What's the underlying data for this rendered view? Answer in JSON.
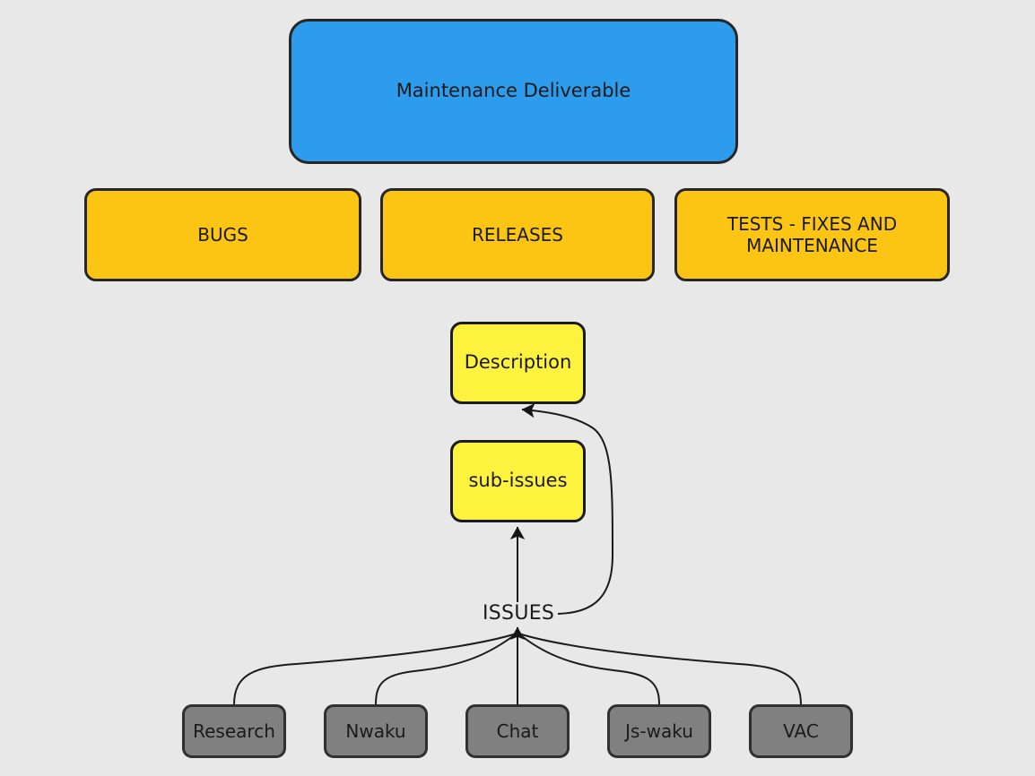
{
  "diagram": {
    "title": "Maintenance Deliverable",
    "background_color": "#e8e8e8",
    "nodes": {
      "deliverable": {
        "label": "Maintenance Deliverable",
        "fill": "#2d9cec",
        "stroke": "#262626"
      },
      "categories": [
        {
          "id": "bugs",
          "label": "BUGS",
          "fill": "#fcc513",
          "stroke": "#262626"
        },
        {
          "id": "releases",
          "label": "RELEASES",
          "fill": "#fcc513",
          "stroke": "#262626"
        },
        {
          "id": "tests",
          "label": "TESTS - FIXES AND\nMAINTENANCE",
          "fill": "#fcc513",
          "stroke": "#262626"
        }
      ],
      "details": [
        {
          "id": "description",
          "label": "Description",
          "fill": "#fdf33e",
          "stroke": "#1c1c1c"
        },
        {
          "id": "sub-issues",
          "label": "sub-issues",
          "fill": "#fdf33e",
          "stroke": "#1c1c1c"
        }
      ],
      "sources": [
        {
          "id": "research",
          "label": "Research",
          "fill": "#808080",
          "stroke": "#303030"
        },
        {
          "id": "nwaku",
          "label": "Nwaku",
          "fill": "#808080",
          "stroke": "#303030"
        },
        {
          "id": "chat",
          "label": "Chat",
          "fill": "#808080",
          "stroke": "#303030"
        },
        {
          "id": "js-waku",
          "label": "Js-waku",
          "fill": "#808080",
          "stroke": "#303030"
        },
        {
          "id": "vac",
          "label": "VAC",
          "fill": "#808080",
          "stroke": "#303030"
        }
      ]
    },
    "edge_labels": {
      "issues": "ISSUES"
    }
  }
}
